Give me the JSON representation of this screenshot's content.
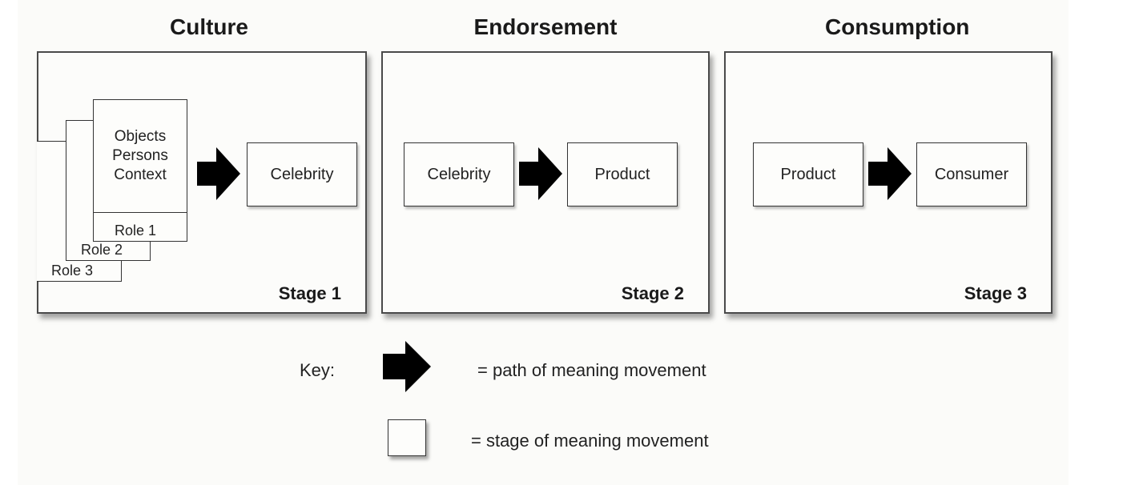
{
  "headings": {
    "culture": "Culture",
    "endorsement": "Endorsement",
    "consumption": "Consumption"
  },
  "stage1": {
    "label": "Stage 1",
    "front_card_lines": [
      "Objects",
      "Persons",
      "Context"
    ],
    "role_1": "Role 1",
    "role_2": "Role 2",
    "role_3": "Role 3",
    "target": "Celebrity"
  },
  "stage2": {
    "label": "Stage 2",
    "source": "Celebrity",
    "target": "Product"
  },
  "stage3": {
    "label": "Stage 3",
    "source": "Product",
    "target": "Consumer"
  },
  "key": {
    "label": "Key:",
    "arrow_meaning": "= path of meaning movement",
    "box_meaning": "= stage of meaning movement"
  },
  "icons": {
    "arrow": "right-block-arrow-icon",
    "box": "stage-box-icon"
  },
  "colors": {
    "arrow": "#000000",
    "border": "#333333"
  }
}
